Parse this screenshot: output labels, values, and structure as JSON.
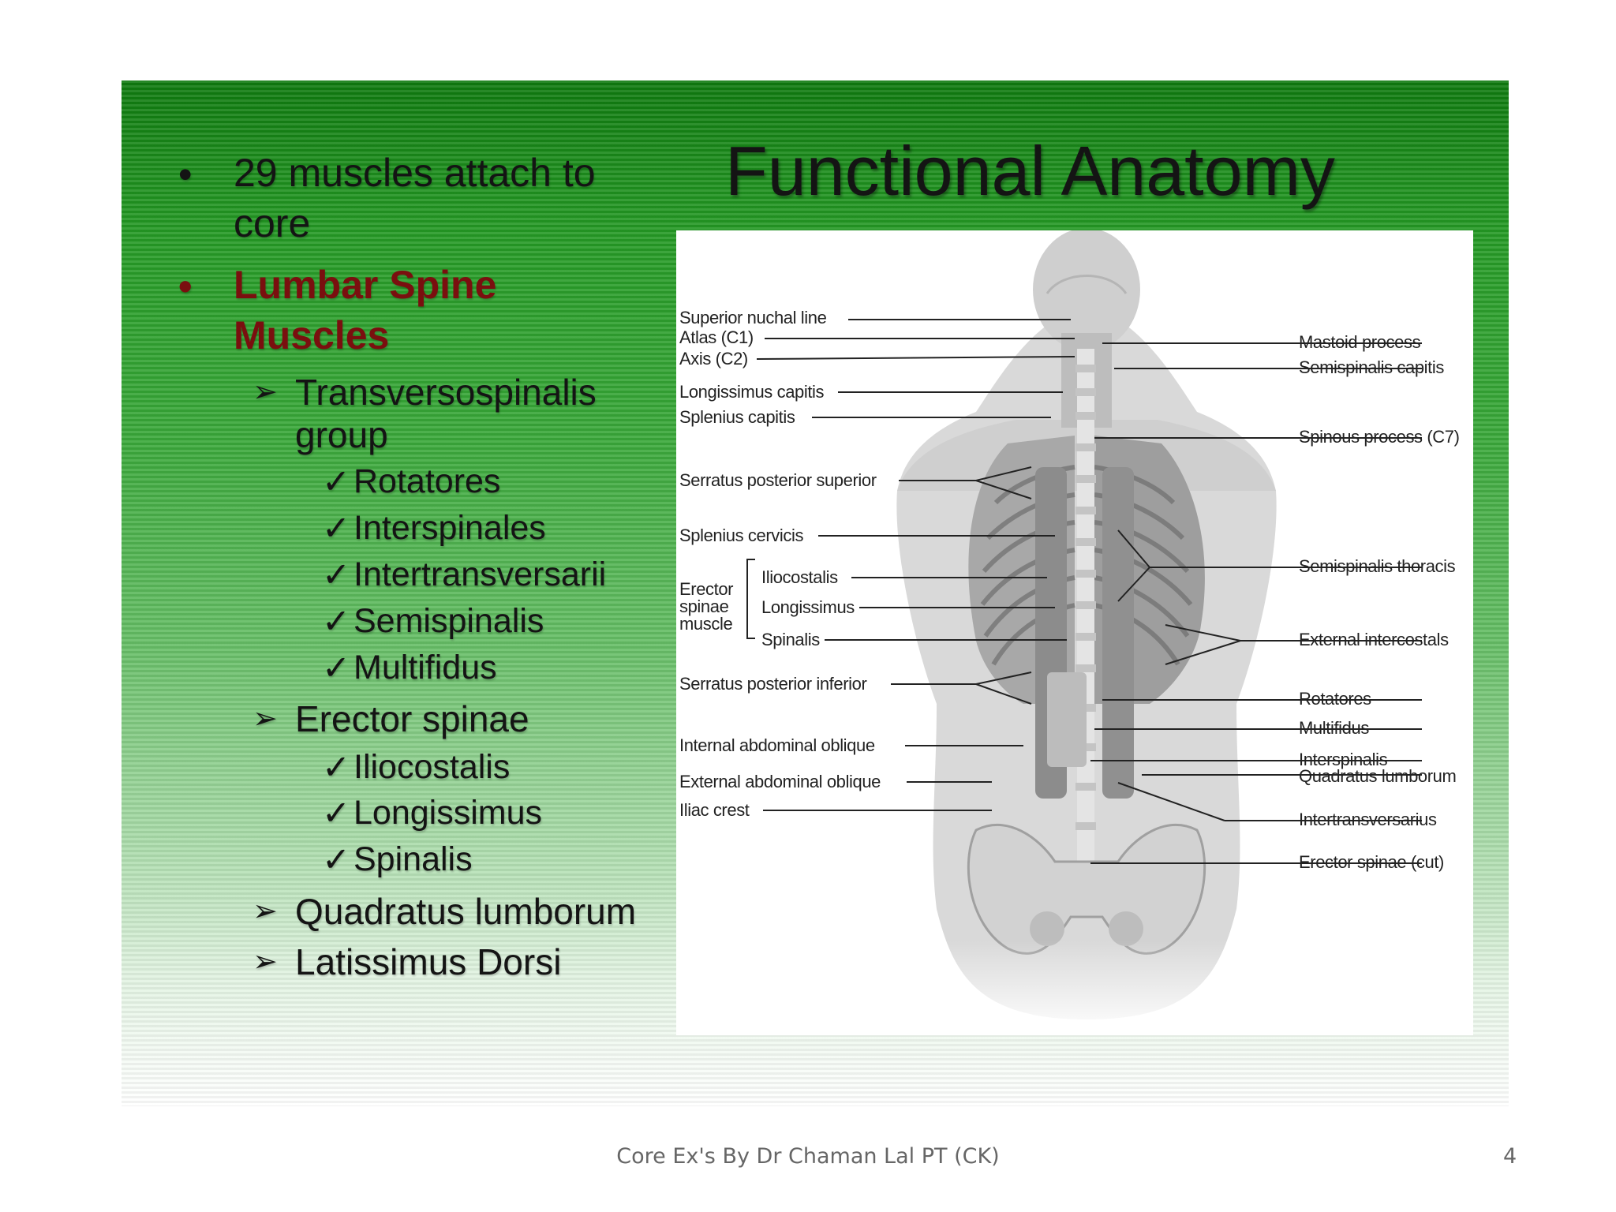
{
  "title": "Functional Anatomy",
  "bullets": [
    {
      "marker": "•",
      "text": "29 muscles attach to",
      "cont": "core"
    },
    {
      "marker": "•",
      "text": "Lumbar Spine",
      "cont": "Muscles"
    },
    {
      "marker": "➢",
      "text": "Transversospinalis",
      "cont": "group"
    },
    {
      "marker": "✓",
      "text": "Rotatores"
    },
    {
      "marker": "✓",
      "text": "Interspinales"
    },
    {
      "marker": "✓",
      "text": "Intertransversarii"
    },
    {
      "marker": "✓",
      "text": "Semispinalis"
    },
    {
      "marker": "✓",
      "text": "Multifidus"
    },
    {
      "marker": "➢",
      "text": "Erector spinae"
    },
    {
      "marker": "✓",
      "text": "Iliocostalis"
    },
    {
      "marker": "✓",
      "text": "Longissimus"
    },
    {
      "marker": "✓",
      "text": "Spinalis"
    },
    {
      "marker": "➢",
      "text": "Quadratus lumborum"
    },
    {
      "marker": "➢",
      "text": "Latissimus Dorsi"
    }
  ],
  "figure": {
    "left_labels": [
      "Superior nuchal line",
      "Atlas (C1)",
      "Axis (C2)",
      "Longissimus capitis",
      "Splenius capitis",
      "Serratus posterior superior",
      "Splenius cervicis",
      "Erector",
      "spinae",
      "muscle",
      "Iliocostalis",
      "Longissimus",
      "Spinalis",
      "Serratus posterior inferior",
      "Internal abdominal oblique",
      "External abdominal oblique",
      "Iliac crest"
    ],
    "right_labels": [
      "Mastoid process",
      "Semispinalis capitis",
      "Spinous process (C7)",
      "Semispinalis thoracis",
      "External intercostals",
      "Rotatores",
      "Multifidus",
      "Interspinalis",
      "Quadratus lumborum",
      "Intertransversarius",
      "Erector spinae (cut)"
    ]
  },
  "footer": "Core Ex's By Dr Chaman Lal PT (CK)",
  "page_number": "4"
}
